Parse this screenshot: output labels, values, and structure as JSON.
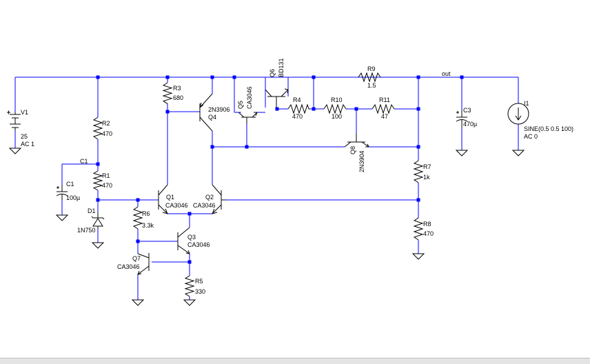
{
  "components": {
    "V1": {
      "name": "V1",
      "value": "25",
      "ac": "AC 1"
    },
    "I1": {
      "name": "I1",
      "value": "SINE(0.5 0.5 100)",
      "ac": "AC 0"
    },
    "C1": {
      "name": "C1",
      "value": "100µ"
    },
    "C3": {
      "name": "C3",
      "value": "470µ"
    },
    "D1": {
      "name": "D1",
      "value": "1N750"
    },
    "R1": {
      "name": "R1",
      "value": "470"
    },
    "R2": {
      "name": "R2",
      "value": "470"
    },
    "R3": {
      "name": "R3",
      "value": "680"
    },
    "R4": {
      "name": "R4",
      "value": "470"
    },
    "R5": {
      "name": "R5",
      "value": "330"
    },
    "R6": {
      "name": "R6",
      "value": "3.3k"
    },
    "R7": {
      "name": "R7",
      "value": "1k"
    },
    "R8": {
      "name": "R8",
      "value": "470"
    },
    "R9": {
      "name": "R9",
      "value": "1.5"
    },
    "R10": {
      "name": "R10",
      "value": "100"
    },
    "R11": {
      "name": "R11",
      "value": "47"
    },
    "Q1": {
      "name": "Q1",
      "value": "CA3046"
    },
    "Q2": {
      "name": "Q2",
      "value": "CA3046"
    },
    "Q3": {
      "name": "Q3",
      "value": "CA3046"
    },
    "Q4": {
      "name": "Q4",
      "value": "2N3906"
    },
    "Q5": {
      "name": "Q5",
      "value": "CA3046"
    },
    "Q6": {
      "name": "Q6",
      "value": "BD131"
    },
    "Q7": {
      "name": "Q7",
      "value": "CA3046"
    },
    "Q8": {
      "name": "Q8",
      "value": "2N3904"
    }
  },
  "nets": {
    "c1": "C1",
    "out": "out"
  },
  "colors": {
    "wire": "#0000ff",
    "symbol": "#000000",
    "background": "#ffffff"
  }
}
